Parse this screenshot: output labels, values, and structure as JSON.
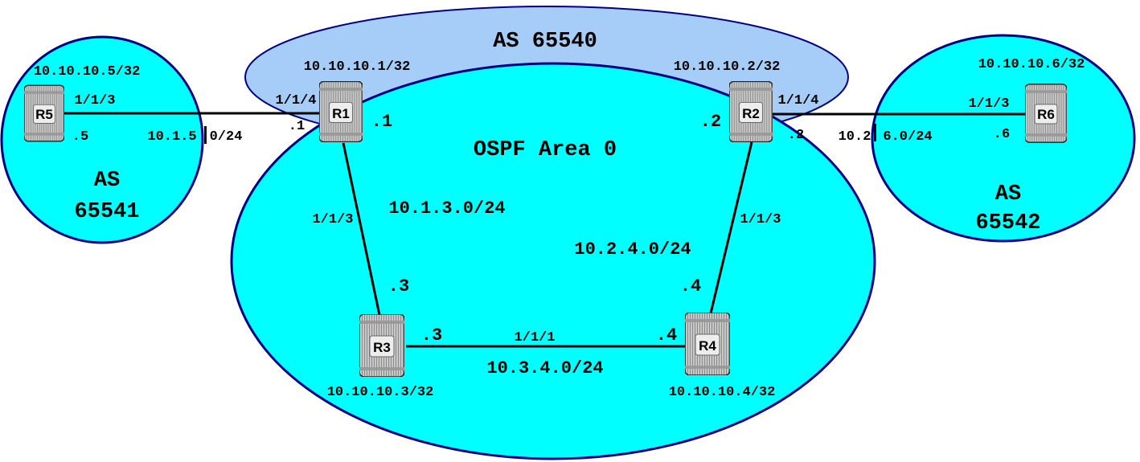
{
  "colors": {
    "as_main_fill": "#a6cdf7",
    "area_fill": "#00ffff",
    "as_stub_fill": "#00ffff",
    "outline": "#00008b",
    "link": "#000000",
    "router_body": "#bdbdbd"
  },
  "areas": {
    "as_main": "AS 65540",
    "ospf_area": "OSPF Area 0",
    "as_left_line1": "AS",
    "as_left_line2": "65541",
    "as_right_line1": "AS",
    "as_right_line2": "65542"
  },
  "routers": {
    "r1": {
      "name": "R1",
      "loopback": "10.10.10.1/32"
    },
    "r2": {
      "name": "R2",
      "loopback": "10.10.10.2/32"
    },
    "r3": {
      "name": "R3",
      "loopback": "10.10.10.3/32"
    },
    "r4": {
      "name": "R4",
      "loopback": "10.10.10.4/32"
    },
    "r5": {
      "name": "R5",
      "loopback": "10.10.10.5/32"
    },
    "r6": {
      "name": "R6",
      "loopback": "10.10.10.6/32"
    }
  },
  "links": {
    "r5_r1": {
      "subnet_left": "10.1.5",
      "subnet_right": "0/24",
      "r5_port": "1/1/3",
      "r5_host": ".5",
      "r1_port": "1/1/4",
      "r1_host": ".1"
    },
    "r2_r6": {
      "subnet_left": "10.2",
      "subnet_right": "6.0/24",
      "r2_port": "1/1/4",
      "r2_host": ".2",
      "r6_port": "1/1/3",
      "r6_host": ".6"
    },
    "r1_r3": {
      "subnet": "10.1.3.0/24",
      "r1_port": "1/1/3",
      "r1_host": ".1",
      "r3_host": ".3"
    },
    "r2_r4": {
      "subnet": "10.2.4.0/24",
      "r2_port": "1/1/3",
      "r2_host": ".2",
      "r4_host": ".4"
    },
    "r3_r4": {
      "subnet": "10.3.4.0/24",
      "port": "1/1/1",
      "r3_host": ".3",
      "r4_host": ".4"
    }
  }
}
